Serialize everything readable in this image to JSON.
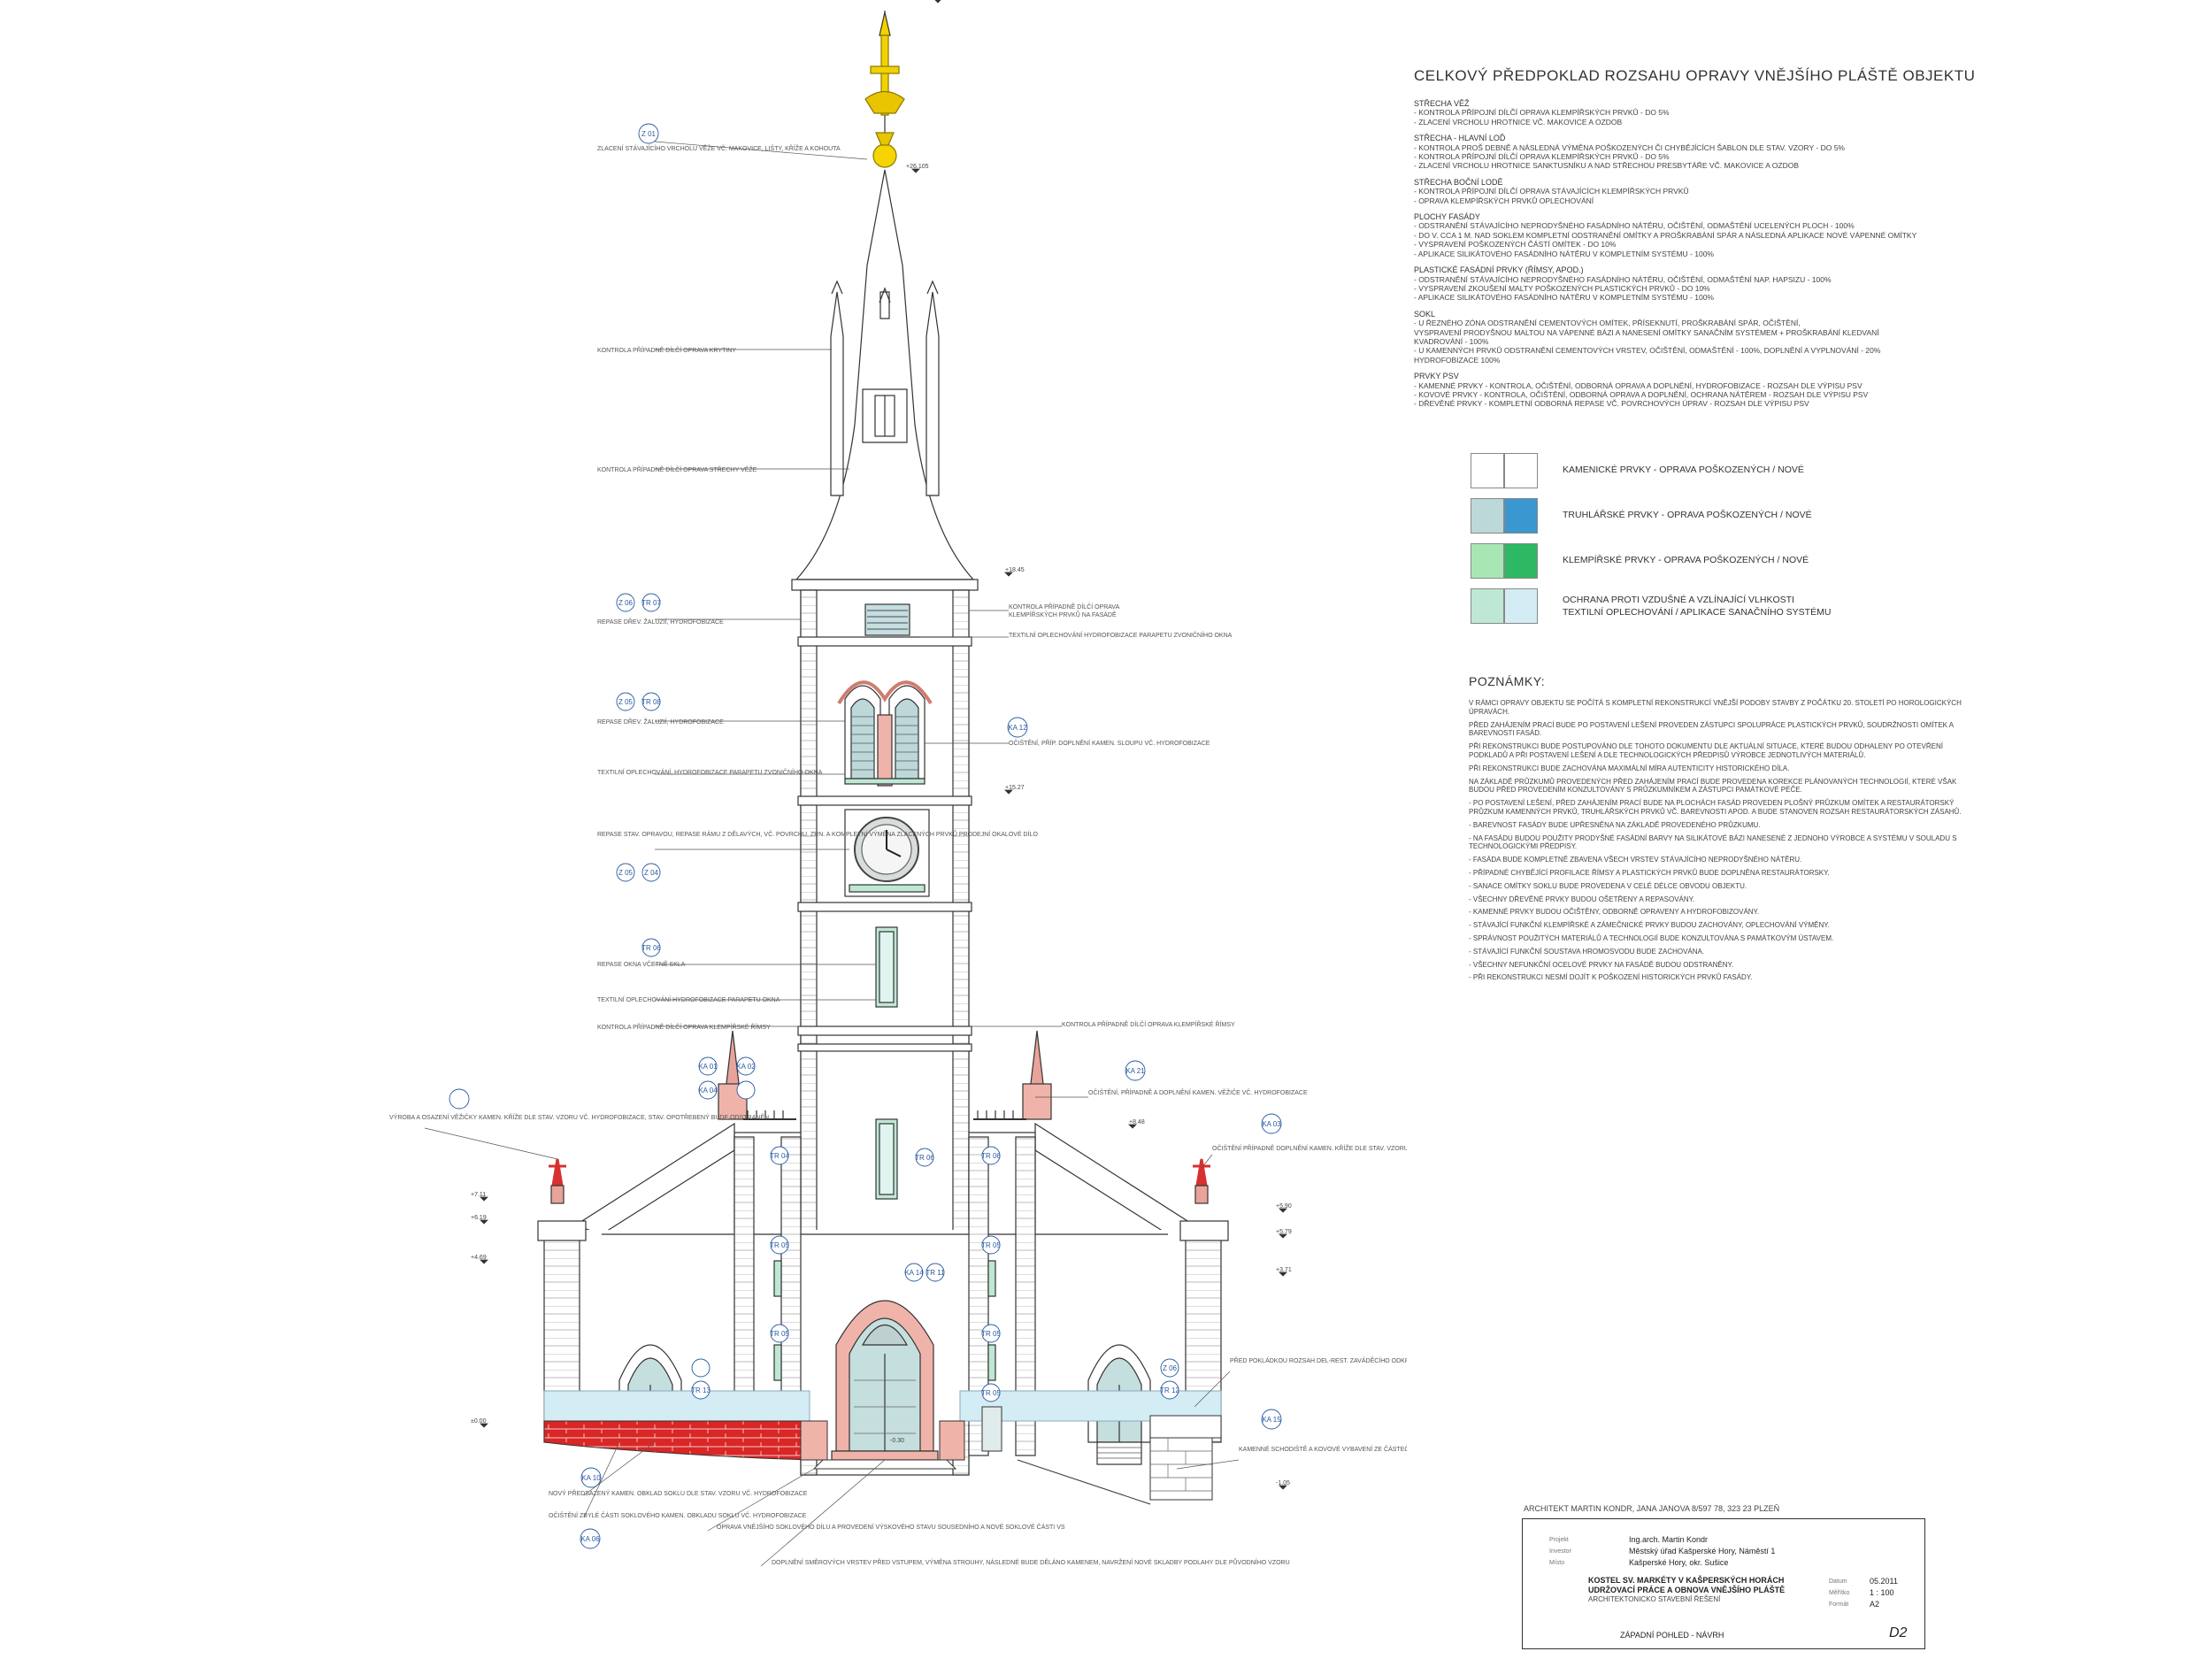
{
  "heading": "CELKOVÝ PŘEDPOKLAD ROZSAHU OPRAVY VNĚJŠÍHO PLÁŠTĚ OBJEKTU",
  "spec_groups": [
    {
      "head": "STŘECHA VĚŽ",
      "lines": [
        "- KONTROLA PŘÍPOJNÍ DÍLČÍ OPRAVA KLEMPÍŘSKÝCH PRVKŮ - DO 5%",
        "- ZLACENÍ VRCHOLU HROTNICE VČ. MAKOVICE A OZDOB"
      ]
    },
    {
      "head": "STŘECHA - HLAVNÍ LOĎ",
      "lines": [
        "- KONTROLA PROŠ DEBNĚ A NÁSLEDNÁ VÝMĚNA POŠKOZENÝCH ČI CHYBĚJÍCÍCH ŠABLON DLE STAV. VZORY - DO 5%",
        "- KONTROLA PŘÍPOJNÍ DÍLČÍ OPRAVA KLEMPÍŘSKÝCH PRVKŮ - DO 5%",
        "- ZLACENÍ VRCHOLU HROTNICE SANKTUSNÍKU A NAD STŘECHOU PRESBYTÁŘE VČ. MAKOVICE A OZDOB"
      ]
    },
    {
      "head": "STŘECHA BOČNÍ LODĚ",
      "lines": [
        "- KONTROLA PŘÍPOJNÍ DÍLČÍ OPRAVA STÁVAJÍCÍCH KLEMPÍŘSKÝCH PRVKŮ",
        "- OPRAVA KLEMPÍŘSKÝCH PRVKŮ OPLECHOVÁNÍ"
      ]
    },
    {
      "head": "PLOCHY FASÁDY",
      "lines": [
        "- ODSTRANĚNÍ STÁVAJÍCÍHO NEPRODYŠNÉHO FASÁDNÍHO NÁTĚRU, OČIŠTĚNÍ, ODMAŠTĚNÍ UCELENÝCH PLOCH - 100%",
        "- DO V. CCA 1 M. NAD SOKLEM KOMPLETNÍ ODSTRANĚNÍ OMÍTKY A PROŠKRABÁNÍ SPÁR A NÁSLEDNÁ APLIKACE NOVÉ VÁPENNÉ OMÍTKY",
        "- VYSPRAVENÍ POŠKOZENÝCH ČÁSTÍ OMÍTEK - DO 10%",
        "- APLIKACE SILIKÁTOVÉHO FASÁDNÍHO NÁTĚRU V KOMPLETNÍM SYSTÉMU - 100%"
      ]
    },
    {
      "head": "PLASTICKÉ FASÁDNÍ PRVKY (ŘÍMSY, APOD.)",
      "lines": [
        "- ODSTRANĚNÍ STÁVAJÍCÍHO NEPRODYŠNÉHO FASÁDNÍHO NÁTĚRU, OČIŠTĚNÍ, ODMAŠTĚNÍ NAP. HAPSIZU - 100%",
        "- VYSPRAVENÍ ZKOUŠENÍ MALTY POŠKOZENÝCH PLASTICKÝCH PRVKŮ - DO 10%",
        "- APLIKACE SILIKÁTOVÉHO FASÁDNÍHO NÁTĚRU V KOMPLETNÍM SYSTÉMU - 100%"
      ]
    },
    {
      "head": "SOKL",
      "lines": [
        "- U ŘEZNÉHO ZÓNA ODSTRANĚNÍ CEMENTOVÝCH OMÍTEK, PŘÍSEKNUTÍ, PROŠKRABÁNÍ SPÁR, OČIŠTĚNÍ,",
        "  VYSPRAVENÍ PRODYŠNOU MALTOU NA VÁPENNÉ BÁZI A NANESENÍ OMÍTKY SANAČNÍM SYSTÉMEM + PROŠKRABÁNÍ KLEDVANÍ",
        "  KVADROVÁNÍ - 100%",
        "- U KAMENNÝCH PRVKŮ ODSTRANĚNÍ CEMENTOVÝCH VRSTEV, OČIŠTĚNÍ, ODMAŠTĚNÍ - 100%, DOPLNĚNÍ A VYPLNOVÁNÍ - 20%",
        "  HYDROFOBIZACE 100%"
      ]
    },
    {
      "head": "PRVKY PSV",
      "lines": [
        "- KAMENNÉ PRVKY - KONTROLA, OČIŠTĚNÍ, ODBORNÁ OPRAVA A DOPLNĚNÍ, HYDROFOBIZACE - ROZSAH DLE VÝPISU PSV",
        "- KOVOVÉ PRVKY - KONTROLA, OČIŠTĚNÍ, ODBORNÁ OPRAVA A DOPLNĚNÍ, OCHRANA NÁTĚREM - ROZSAH DLE VÝPISU PSV",
        "- DŘEVĚNÉ PRVKY - KOMPLETNÍ ODBORNÁ REPASE VČ. POVRCHOVÝCH ÚPRAV - ROZSAH DLE VÝPISU PSV"
      ]
    }
  ],
  "legend": [
    {
      "label": "KAMENICKÉ PRVKY - OPRAVA POŠKOZENÝCH / NOVÉ",
      "color_a": "#ffffff",
      "color_b": "#ffffff"
    },
    {
      "label": "TRUHLÁŘSKÉ PRVKY - OPRAVA POŠKOZENÝCH / NOVÉ",
      "color_a": "#bdd8d8",
      "color_b": "#3a97cf"
    },
    {
      "label": "KLEMPÍŘSKÉ PRVKY - OPRAVA POŠKOZENÝCH / NOVÉ",
      "color_a": "#a8e6b4",
      "color_b": "#2db864"
    },
    {
      "label": "OCHRANA PROTI VZDUŠNÉ A VZLÍNAJÍCÍ VLHKOSTI",
      "label2": "TEXTILNÍ OPLECHOVÁNÍ / APLIKACE SANAČNÍHO SYSTÉMU",
      "color_a": "#bfe8d4",
      "color_b": "#d4ecf4"
    }
  ],
  "notes_title": "POZNÁMKY:",
  "notes": [
    "V RÁMCI OPRAVY OBJEKTU SE POČÍTÁ S KOMPLETNÍ REKONSTRUKCÍ VNĚJŠÍ PODOBY STAVBY Z POČÁTKU 20. STOLETÍ PO HOROLOGICKÝCH ÚPRAVÁCH.",
    "PŘED ZAHÁJENÍM PRACÍ BUDE PO POSTAVENÍ LEŠENÍ PROVEDEN ZÁSTUPCI SPOLUPRÁCE PLASTICKÝCH PRVKŮ, SOUDRŽNOSTI OMÍTEK A BAREVNOSTI FASÁD.",
    "PŘI REKONSTRUKCI BUDE POSTUPOVÁNO DLE TOHOTO DOKUMENTU DLE AKTUÁLNÍ SITUACE, KTERÉ BUDOU ODHALENY PO OTEVŘENÍ PODKLADŮ A PŘI POSTAVENÍ LEŠENÍ A DLE TECHNOLOGICKÝCH PŘEDPISŮ VÝROBCE JEDNOTLIVÝCH MATERIÁLŮ.",
    "PŘI REKONSTRUKCI BUDE ZACHOVÁNA MAXIMÁLNÍ MÍRA AUTENTICITY HISTORICKÉHO DÍLA.",
    "NA ZÁKLADĚ PRŮZKUMŮ PROVEDENÝCH PŘED ZAHÁJENÍM PRACÍ BUDE PROVEDENA KOREKCE PLÁNOVANÝCH TECHNOLOGIÍ, KTERÉ VŠAK BUDOU PŘED PROVEDENÍM KONZULTOVÁNY S PRŮZKUMNÍKEM A ZÁSTUPCI PAMÁTKOVÉ PÉČE.",
    "- PO POSTAVENÍ LEŠENÍ, PŘED ZAHÁJENÍM PRACÍ BUDE NA PLOCHÁCH FASÁD PROVEDEN PLOŠNÝ PRŮZKUM OMÍTEK A RESTAURÁTORSKÝ PRŮZKUM KAMENNÝCH PRVKŮ, TRUHLÁŘSKÝCH PRVKŮ VČ. BAREVNOSTI APOD. A BUDE STANOVEN ROZSAH RESTAURÁTORSKÝCH ZÁSAHŮ.",
    "- BAREVNOST FASÁDY BUDE UPŘESNĚNA NA ZÁKLADĚ PROVEDENÉHO PRŮZKUMU.",
    "- NA FASÁDU BUDOU POUŽITY PRODYŠNÉ FASÁDNÍ BARVY NA SILIKÁTOVÉ BÁZI NANESENÉ Z JEDNOHO VÝROBCE A SYSTÉMU V SOULADU S TECHNOLOGICKÝMI PŘEDPISY.",
    "- FASÁDA BUDE KOMPLETNĚ ZBAVENA VŠECH VRSTEV STÁVAJÍCÍHO NEPRODYŠNÉHO NÁTĚRU.",
    "- PŘÍPADNÉ CHYBĚJÍCÍ PROFILACE ŘÍMSY A PLASTICKÝCH PRVKŮ BUDE DOPLNĚNA RESTAURÁTORSKY.",
    "- SANACE OMÍTKY SOKLU BUDE PROVEDENA V CELÉ DÉLCE OBVODU OBJEKTU.",
    "- VŠECHNY DŘEVĚNÉ PRVKY BUDOU OŠETŘENY A REPASOVÁNY.",
    "- KAMENNÉ PRVKY BUDOU OČIŠTĚNY, ODBORNĚ OPRAVENY A HYDROFOBIZOVÁNY.",
    "- STÁVAJÍCÍ FUNKČNÍ KLEMPÍŘSKÉ A ZÁMEČNICKÉ PRVKY BUDOU ZACHOVÁNY, OPLECHOVÁNÍ VÝMĚNY.",
    "- SPRÁVNOST POUŽITÝCH MATERIÁLŮ A TECHNOLOGIÍ BUDE KONZULTOVÁNA S PAMÁTKOVÝM ÚSTAVEM.",
    "- STÁVAJÍCÍ FUNKČNÍ SOUSTAVA HROMOSVODU BUDE ZACHOVÁNA.",
    "- VŠECHNY NEFUNKČNÍ OCELOVÉ PRVKY NA FASÁDĚ BUDOU ODSTRANĚNY.",
    "- PŘI REKONSTRUKCI NESMÍ DOJÍT K POŠKOZENÍ HISTORICKÝCH PRVKŮ FASÁDY."
  ],
  "architect_line": "ARCHITEKT MARTIN KONDR, JANA JANOVA 8/597 78, 323 23 PLZEŇ",
  "title_block": {
    "rows": [
      {
        "label": "Projekt",
        "value": "Ing.arch. Martin Kondr"
      },
      {
        "label": "Investor",
        "value": "Městský úřad Kašperské Hory, Náměstí 1"
      },
      {
        "label": "Místo",
        "value": "Kašperské Hory, okr. Sušice"
      }
    ],
    "project_title_1": "KOSTEL SV. MARKÉTY V KAŠPERSKÝCH HORÁCH",
    "project_title_2": "UDRŽOVACÍ PRÁCE A OBNOVA VNĚJŠÍHO PLÁŠTĚ",
    "project_sub": "ARCHITEKTONICKO STAVEBNÍ ŘEŠENÍ",
    "right": [
      {
        "label": "Datum",
        "value": "05.2011"
      },
      {
        "label": "Měřítko",
        "value": "1 : 100"
      },
      {
        "label": "Formát",
        "value": "A2"
      }
    ],
    "view": "ZÁPADNÍ POHLED - NÁVRH",
    "sheet": "D2"
  },
  "drawing_labels": {
    "spire_cross": "ZLACENÍ STÁVAJÍCÍHO VRCHOLU VĚŽE VČ. MAKOVICE, LIŠTY, KŘÍŽE A KOHOUTA",
    "spire_upper": "KONTROLA PŘÍPADNĚ DÍLČÍ OPRAVA KRYTINY",
    "spire_lower": "KONTROLA PŘÍPADNĚ DÍLČÍ OPRAVA STŘECHY VĚŽE",
    "shutter_l": "REPASE DŘEV. ŽALUZIÍ, HYDROFOBIZACE",
    "belfry_l": "REPASE DŘEV. ŽALUZIÍ, HYDROFOBIZACE",
    "textile": "TEXTILNÍ OPLECHOVÁNÍ, HYDROFOBIZACE PARAPETU ZVONIČNÍHO OKNA",
    "clock": "REPASE STAV. OPRAVOU, REPASE RÁMU Z DĚLAVÝCH, VČ. POVRCHU, ZRN. A KOMPLETNÍ VÝMĚNA ZLACENÝCH PRVKŮ PRODEJNÍ OKALOVÉ DÍLO",
    "window_l": "REPASE OKNA VČETNĚ SKLA",
    "parapet": "TEXTILNÍ OPLECHOVÁNÍ HYDROFOBIZACE PARAPETU OKNA",
    "ledge_l": "KONTROLA PŘÍPADNĚ DÍLČÍ OPRAVA KLEMPÍŘSKÉ ŘÍMSY",
    "ledge_r": "KONTROLA PŘÍPADNĚ DÍLČÍ OPRAVA KLEMPÍŘSKÉ ŘÍMSY",
    "tower_top_r1": "KONTROLA PŘÍPADNĚ DÍLČÍ OPRAVA",
    "tower_top_r2": "KLEMPÍŘSKÝCH PRVKŮ NA FASÁDĚ",
    "tower_belfry_r": "TEXTILNÍ OPLECHOVÁNÍ HYDROFOBIZACE PARAPETU ZVONIČNÍHO OKNA",
    "column_r": "OČIŠTĚNÍ, PŘÍP. DOPLNĚNÍ KAMEN. SLOUPU VČ. HYDROFOBIZACE",
    "pinnacle_r": "OČIŠTĚNÍ, PŘÍPADNĚ A DOPLNĚNÍ KAMEN. VĚŽIČE VČ. HYDROFOBIZACE",
    "finial_l": "VÝROBA A OSAZENÍ VĚŽIČKY KAMEN. KŘÍŽE DLE STAV. VZORU VČ. HYDROFOBIZACE, STAV. OPOTŘEBENÝ BUDE ODSTRANĚN",
    "finial_r": "OČIŠTĚNÍ PŘÍPADNĚ DOPLNĚNÍ KAMEN. KŘÍŽE DLE STAV. VZORU VČ. HYDROFOBIZACE, STAV. OPOTŘEBENÝ BUDE ODSTRANĚN",
    "plinth_r": "PŘED POKLÁDKOU ROZSAH DEL-REST. ZAVÁDĚCÍHO ODKRYVU PROŠKRABÁNÍ SPÁR A APLIKACE NOVÉ VÁPENNÉ OMÍTKY PRO SOKL",
    "steps_r": "KAMENNÉ SCHODIŠTĚ A KOVOVÉ VYBAVENÍ ZE ČÁSTEČNĚ KAMENÉ DLE VZORU, VZORU HYDROFOBIZACE",
    "sokl_l": "NOVÝ PŘEDSAZENÝ KAMEN. OBKLAD SOKLU DLE STAV. VZORU VČ. HYDROFOBIZACE",
    "sokl_l2": "OČIŠTĚNÍ ZBYLÉ ČÁSTI SOKLOVÉHO KAMEN. OBKLADU SOKLU VČ. HYDROFOBIZACE",
    "bottom_c": "OPRAVA VNĚJŠÍHO SOKLOVÉHO DÍLU A PROVEDENÍ VÝSKOVÉHO STAVU SOUSEDNÍHO A NOVÉ SOKLOVÉ ČÁSTI VS",
    "bottom_c2": "DOPLNĚNÍ SMĚROVÝCH VRSTEV PŘED VSTUPEM, VÝMĚNA STROUHY, NÁSLEDNÉ BUDE DĚLÁNO KAMENEM, NAVRŽENÍ NOVÉ SKLADBY PODLAHY DLE PŮVODNÍHO VZORU"
  },
  "bubbles": [
    "Z 01",
    "Z 06",
    "TR 07",
    "Z 05",
    "TR 08",
    "KA 12",
    "Z 05",
    "Z 04",
    "TR 06",
    "KA 01",
    "KA 02",
    "KA 04",
    "KA 21",
    "KA 03",
    "TR 06",
    "TR 04",
    "TR 06",
    "TR 05",
    "TR 05",
    "TR 05",
    "KA 14",
    "TR 11",
    "TR 05",
    "TR 05",
    "TR 13",
    "Z 06",
    "TR 12",
    "KA 15",
    "KA 10",
    "KA 06"
  ],
  "levels": [
    "+26.105",
    "+18.45",
    "+15.27",
    "+8.48",
    "+7.11",
    "+6.19",
    "+5.90",
    "+5.79",
    "+4.69",
    "+3.71",
    "±0.00",
    "-0.30",
    "-1.05"
  ]
}
